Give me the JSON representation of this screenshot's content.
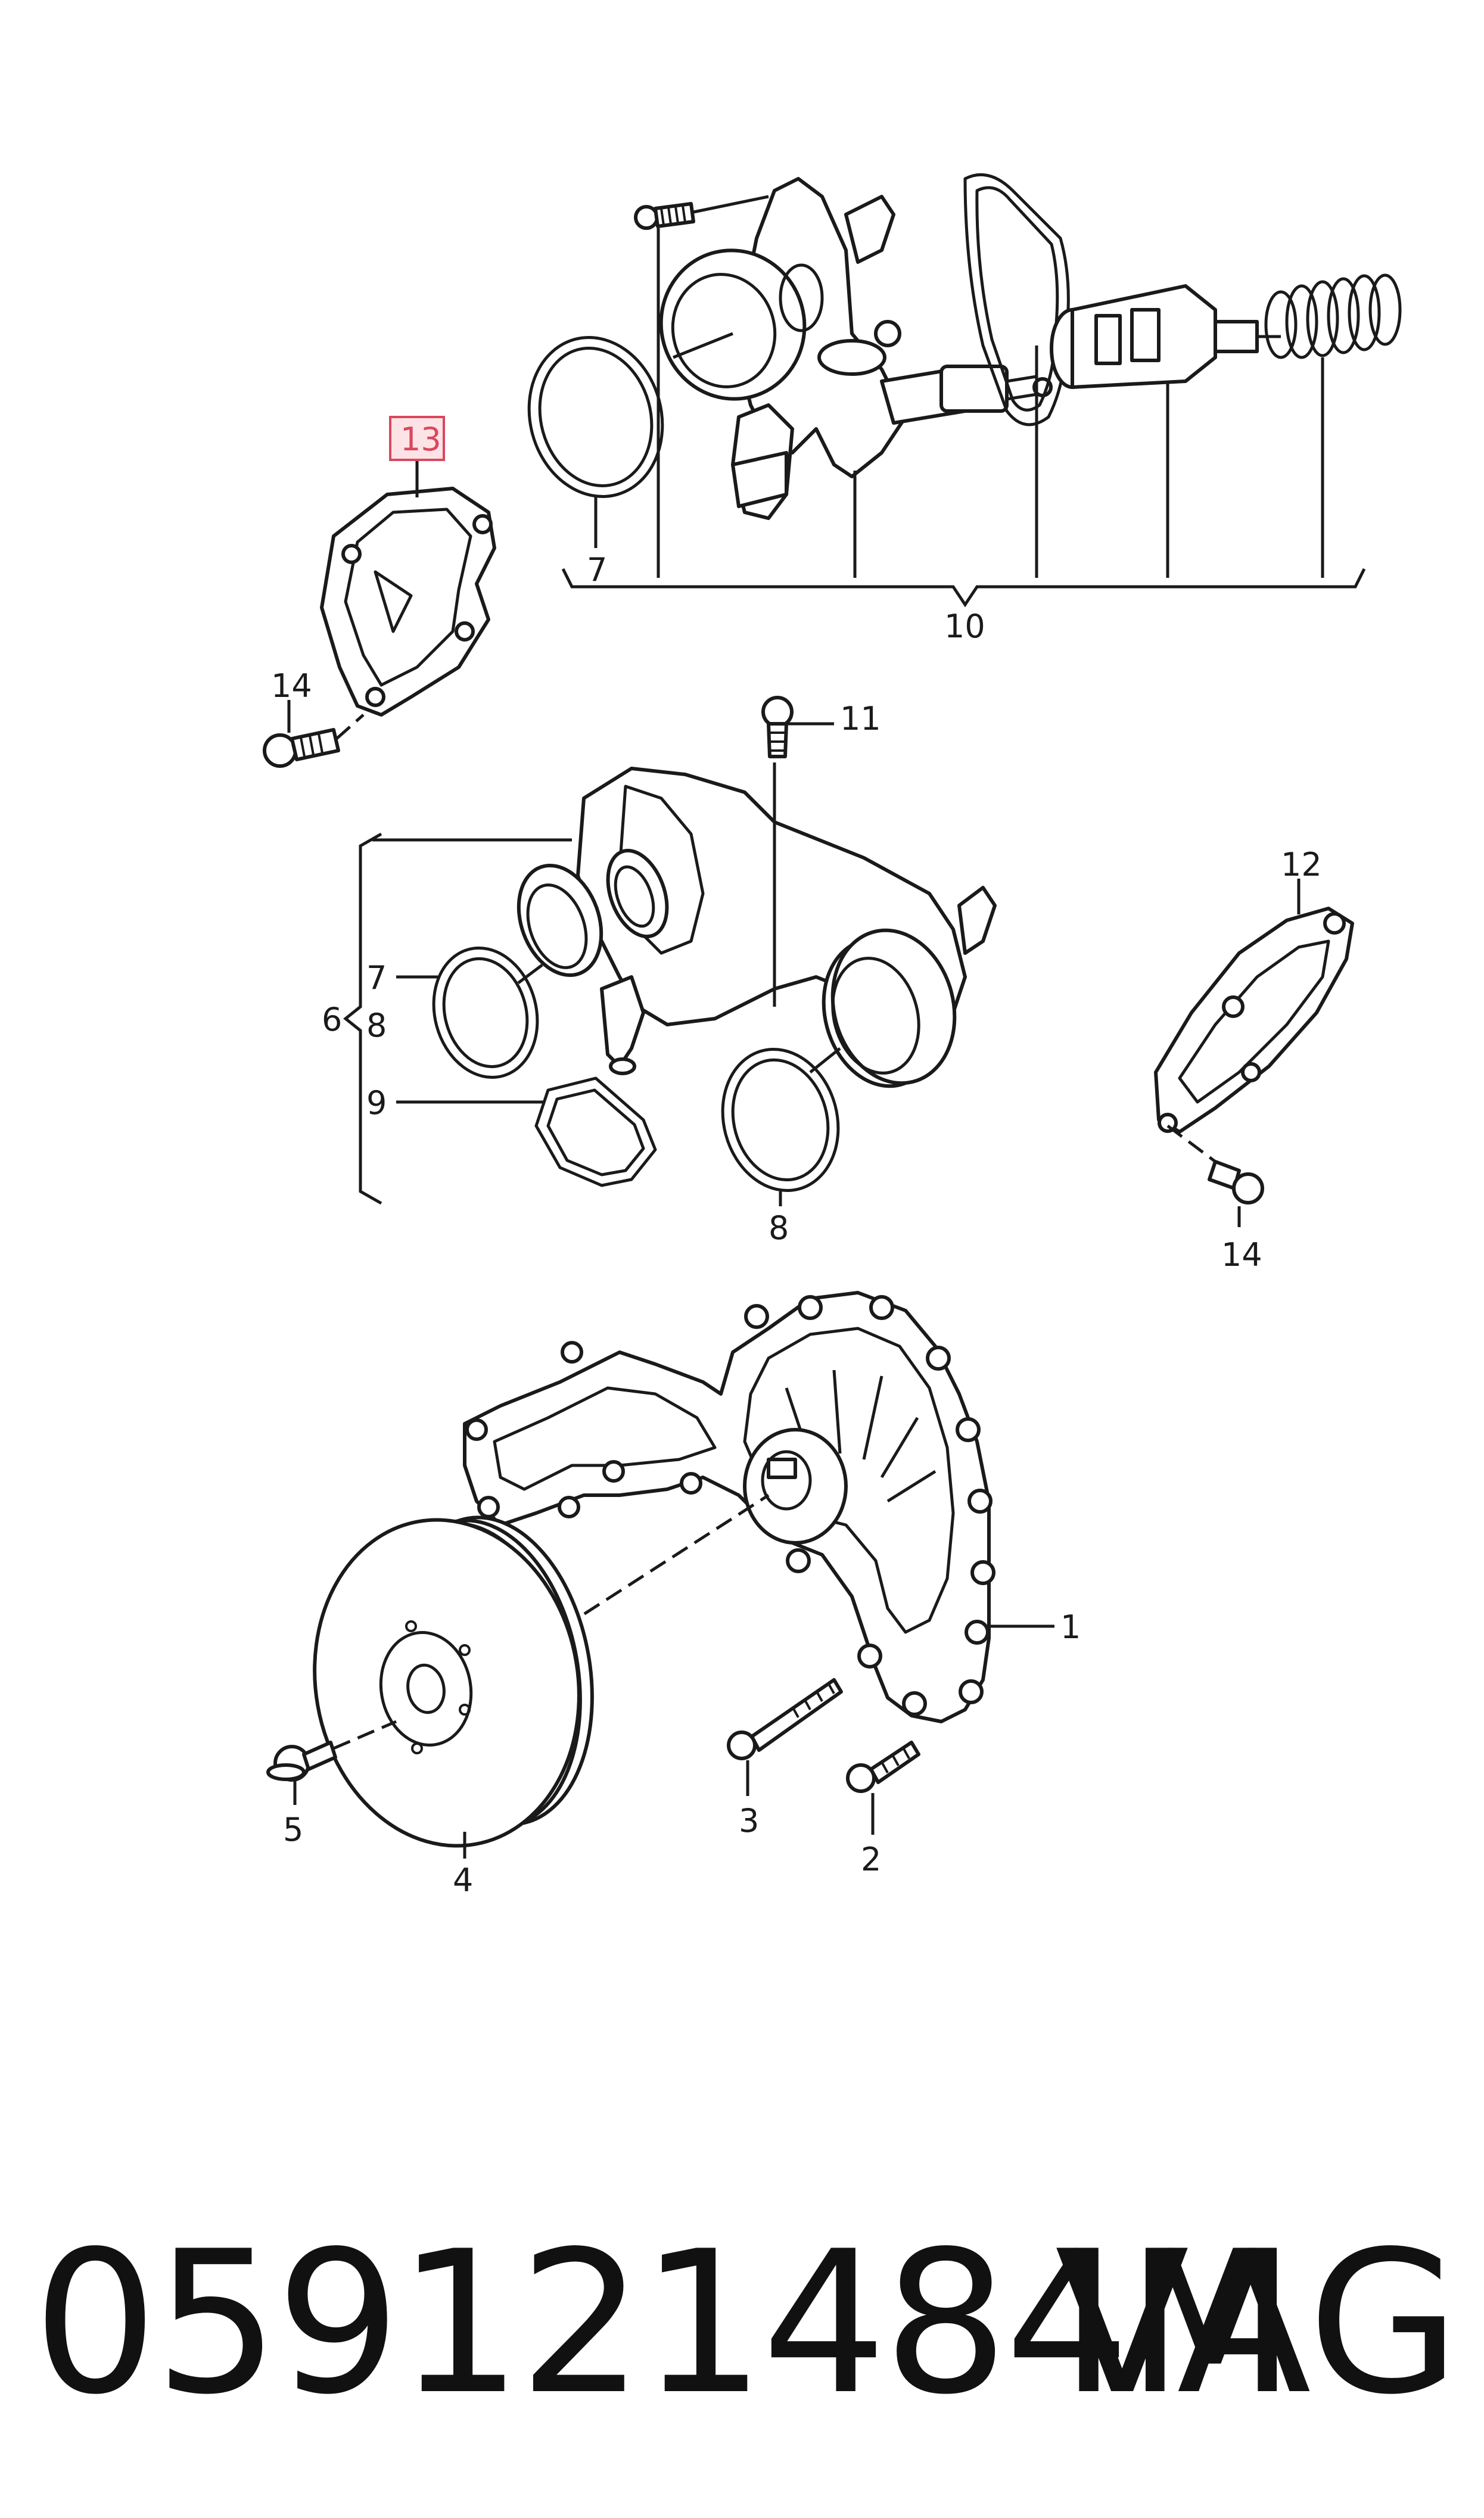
{
  "callouts": {
    "c1": "1",
    "c2": "2",
    "c3": "3",
    "c4": "4",
    "c5": "5",
    "c6": "6",
    "c7a": "7",
    "c7b": "7",
    "c8a": "8",
    "c8b": "8",
    "c9": "9",
    "c10": "10",
    "c11": "11",
    "c12": "12",
    "c13": "13",
    "c14a": "14",
    "c14b": "14"
  },
  "highlight": {
    "label": "13",
    "color": "#d9485f",
    "fill": "#fde3e6"
  },
  "footer": {
    "part_number": "059121484M",
    "brand": "VAG"
  }
}
